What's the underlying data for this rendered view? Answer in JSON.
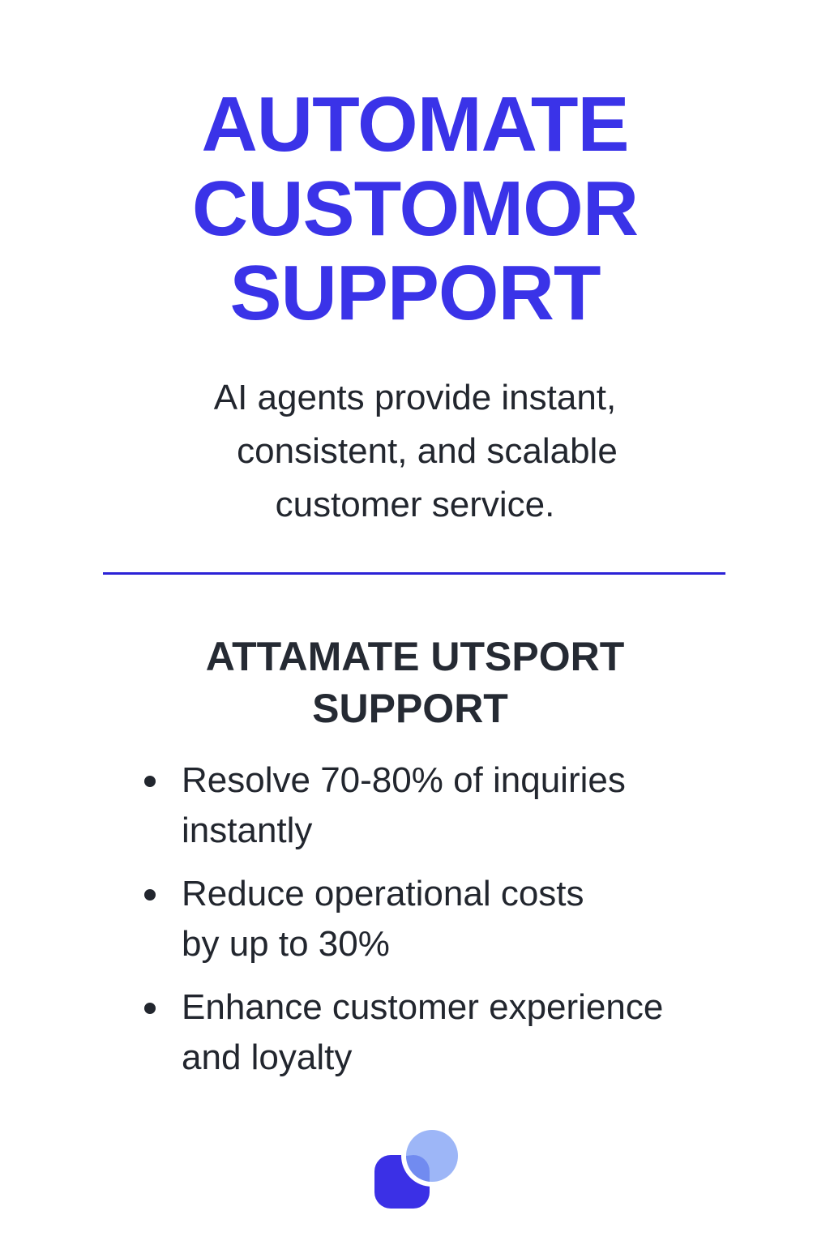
{
  "hero": {
    "title_lines": [
      "AUTOMATE",
      "CUSTOMOR",
      "SUPPORT"
    ]
  },
  "subtitle": {
    "lines": [
      "AI agents provide instant,",
      "consistent, and scalable",
      "customer service."
    ]
  },
  "section": {
    "title_lines": [
      "ATTAMATE UTSPORT",
      "SUPPORT"
    ]
  },
  "benefits": [
    {
      "lines": [
        "Resolve 70-80% of inquiries",
        "instantly"
      ]
    },
    {
      "lines": [
        "Reduce operational costs",
        "by up to 30%"
      ]
    },
    {
      "lines": [
        "Enhance customer experience",
        "and loyalty"
      ]
    }
  ],
  "logo": {
    "icon": "chat-bubbles-logo-icon"
  },
  "colors": {
    "accent": "#3a33e8",
    "divider": "#2b22d6",
    "text": "#22262e",
    "logo_primary": "#3b30e6",
    "logo_secondary": "#9db6f7"
  }
}
